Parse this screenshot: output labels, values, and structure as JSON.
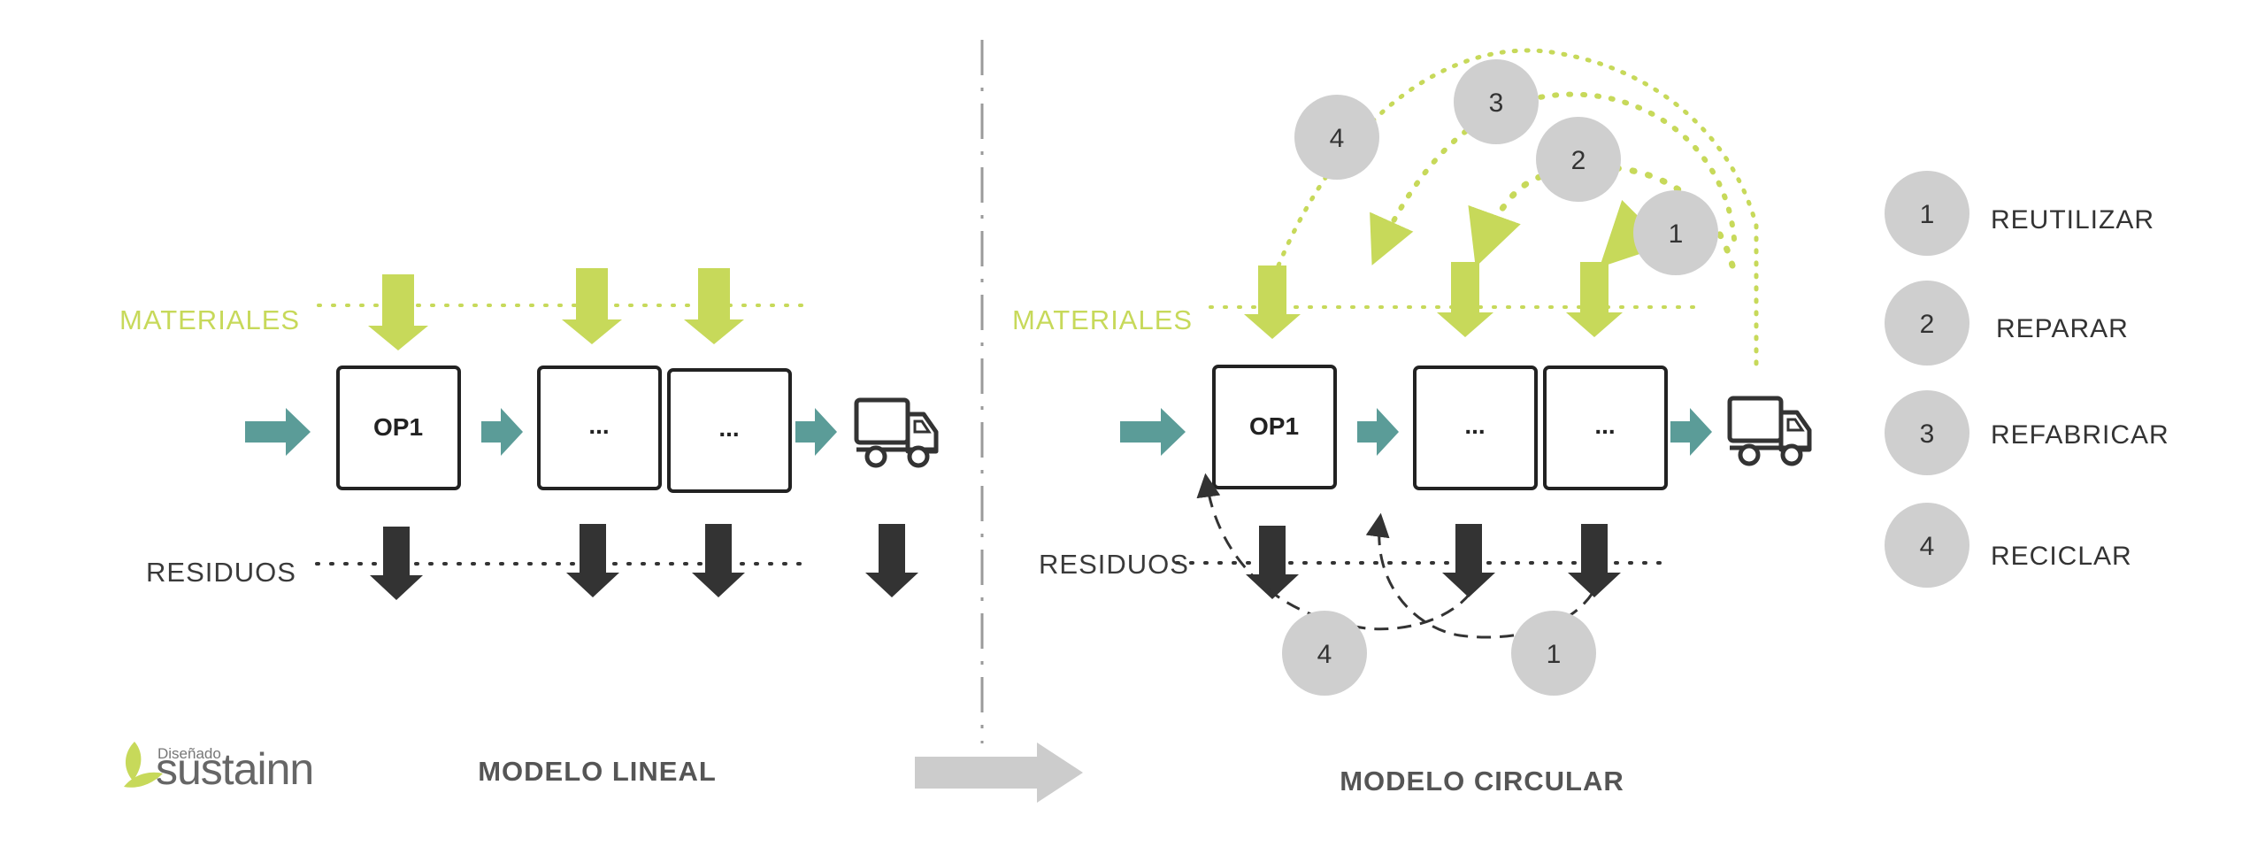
{
  "colors": {
    "materials": "#c7d95a",
    "waste": "#333333",
    "flow": "#5b9c98",
    "circle": "#cfcfcf",
    "divider": "#9a9a9a",
    "bigArrow": "#cccccc"
  },
  "linear": {
    "materials_label": "MATERIALES",
    "waste_label": "RESIDUOS",
    "box1": "OP1",
    "box2": "...",
    "box3": "...",
    "title": "MODELO LINEAL"
  },
  "circular": {
    "materials_label": "MATERIALES",
    "waste_label": "RESIDUOS",
    "box1": "OP1",
    "box2": "...",
    "box3": "...",
    "title": "MODELO CIRCULAR",
    "top_circles": [
      "4",
      "3",
      "2",
      "1"
    ],
    "bottom_circles": [
      "4",
      "1"
    ]
  },
  "legend": [
    {
      "num": "1",
      "label": "REUTILIZAR"
    },
    {
      "num": "2",
      "label": "REPARAR"
    },
    {
      "num": "3",
      "label": "REFABRICAR"
    },
    {
      "num": "4",
      "label": "RECICLAR"
    }
  ],
  "brand": {
    "small": "Diseñado",
    "name": "sustainn"
  },
  "icons": [
    "truck-icon",
    "leaf-icon"
  ]
}
